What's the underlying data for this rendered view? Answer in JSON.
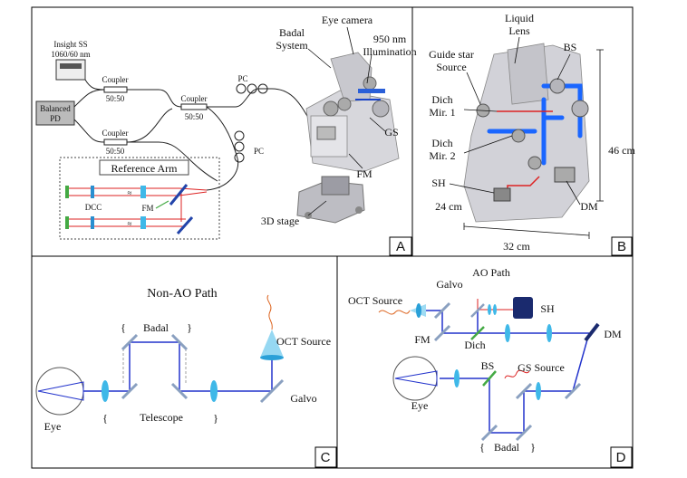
{
  "panels": {
    "A": {
      "letter": "A",
      "insight_label_1": "Insight SS",
      "insight_label_2": "1060/60 nm",
      "balanced_pd_1": "Balanced",
      "balanced_pd_2": "PD",
      "coupler_top": "Coupler",
      "ratio_top": "50:50",
      "coupler_mid": "Coupler",
      "ratio_mid": "50:50",
      "coupler_bot": "Coupler",
      "ratio_bot": "50:50",
      "pc_top": "PC",
      "pc_bot": "PC",
      "reference_arm": "Reference Arm",
      "dcc": "DCC",
      "fm_ref": "FM",
      "badal_1": "Badal",
      "badal_2": "System",
      "eye_camera": "Eye camera",
      "illum_1": "950 nm",
      "illum_2": "Illumination",
      "gs": "GS",
      "fm": "FM",
      "stage": "3D stage"
    },
    "B": {
      "letter": "B",
      "liquid_1": "Liquid",
      "liquid_2": "Lens",
      "bs": "BS",
      "guide_1": "Guide star",
      "guide_2": "Source",
      "dich1_1": "Dich",
      "dich1_2": "Mir. 1",
      "dich2_1": "Dich",
      "dich2_2": "Mir. 2",
      "sh": "SH",
      "dm": "DM",
      "depth": "24 cm",
      "height": "46 cm",
      "width": "32 cm"
    },
    "C": {
      "letter": "C",
      "title": "Non-AO Path",
      "badal": "Badal",
      "oct": "OCT Source",
      "eye": "Eye",
      "telescope": "Telescope",
      "galvo": "Galvo"
    },
    "D": {
      "letter": "D",
      "title": "AO Path",
      "oct": "OCT Source",
      "galvo": "Galvo",
      "sh": "SH",
      "fm": "FM",
      "dich": "Dich",
      "dm": "DM",
      "bs": "BS",
      "gs_source": "GS Source",
      "eye": "Eye",
      "badal": "Badal"
    }
  },
  "colors": {
    "beam_blue": "#2233cc",
    "lens_blue": "#3fb8e8",
    "red_beam": "#dd2222",
    "mirror": "#8aa0c0",
    "thick_blue": "#1a66ff",
    "green": "#44aa44"
  }
}
